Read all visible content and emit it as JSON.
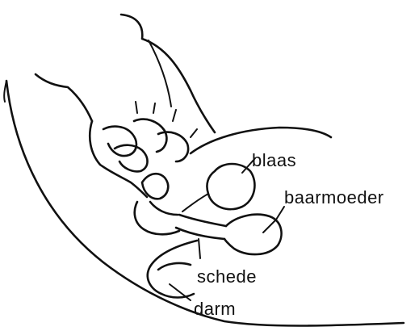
{
  "labels": {
    "blaas": "blaas",
    "baarmoeder": "baarmoeder",
    "schede": "schede",
    "darm": "darm"
  },
  "colors": {
    "ink": "#111111",
    "background": "#ffffff"
  }
}
